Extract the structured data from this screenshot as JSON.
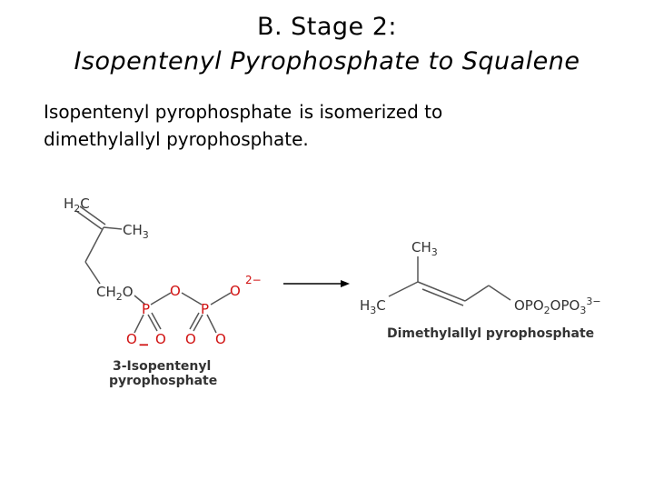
{
  "title": {
    "line1": "B. Stage 2:",
    "line2": "Isopentenyl Pyrophosphate to Squalene"
  },
  "text": {
    "part1": "Isopentenyl pyrophosphate",
    "part2": "is isomerized to",
    "part3": "dimethylallyl pyrophosphate."
  },
  "reactant": {
    "ch2": "H2C",
    "ch3": "CH3",
    "ch2o": "CH2O",
    "o": "O",
    "o2minus": "O",
    "charge2": "2−",
    "p": "P",
    "minus": "−",
    "name_line1": "3-Isopentenyl",
    "name_line2": "pyrophosphate"
  },
  "product": {
    "ch3": "CH3",
    "h3c": "H3C",
    "opo": "OPO2OPO3",
    "charge3": "3−",
    "name": "Dimethylallyl pyrophosphate"
  },
  "colors": {
    "oxygen": "#d01010",
    "phosphorus": "#d01010",
    "bond": "#555555"
  }
}
